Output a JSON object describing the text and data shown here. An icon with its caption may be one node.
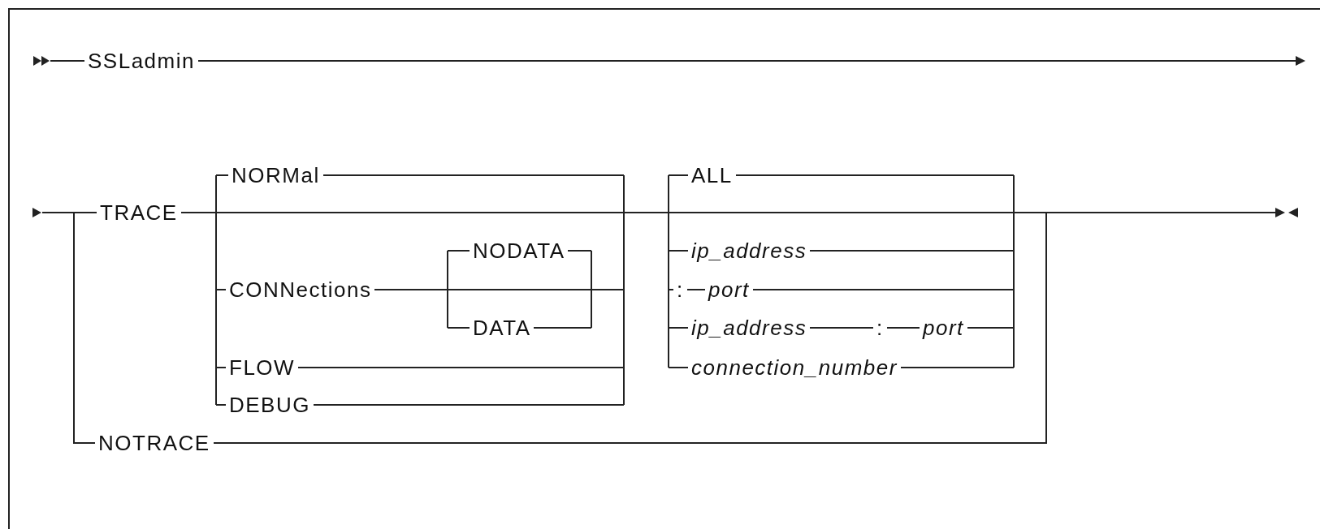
{
  "diagram": {
    "labels": [
      "SSLadmin",
      "TRACE",
      "NORMal",
      "ALL",
      "NODATA",
      "ip_address",
      "CONNections",
      ":",
      "port",
      "DATA",
      "ip_address",
      ":",
      "port",
      "FLOW",
      "connection_number",
      "DEBUG",
      "NOTRACE"
    ]
  }
}
